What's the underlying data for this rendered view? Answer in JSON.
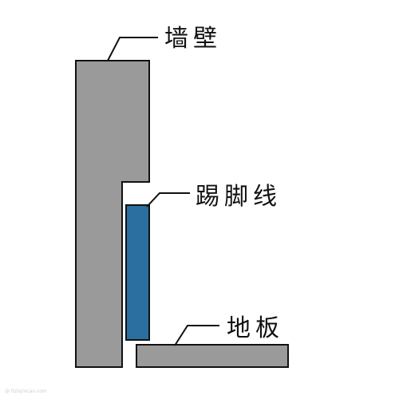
{
  "labels": {
    "wall": "墙壁",
    "skirting": "踢脚线",
    "floor": "地板"
  },
  "watermark": "@ tlzlsjmcao.com",
  "colors": {
    "background": "#ffffff",
    "wall_fill": "#9a9a9a",
    "floor_fill": "#9a9a9a",
    "skirting_fill": "#2b6fa0",
    "outline": "#111111"
  }
}
